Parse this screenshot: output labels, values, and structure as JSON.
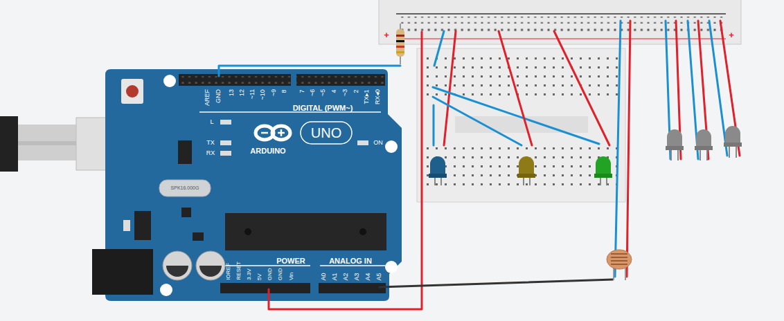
{
  "diagram": {
    "labels": [
      "AREF",
      "GND",
      "13",
      "12",
      "~11",
      "~10",
      "~9",
      "8",
      "7",
      "~6",
      "~5",
      "4",
      "~3",
      "2",
      "TX▸1",
      "RX◂0",
      "DIGITAL (PWM~)",
      "L",
      "TX",
      "RX",
      "ON",
      "ARDUINO",
      "UNO",
      "SPK16.000G",
      "IOREF",
      "RESET",
      "3.3V",
      "5V",
      "GND",
      "GND",
      "Vin",
      "POWER",
      "ANALOG IN",
      "A0",
      "A1",
      "A2",
      "A3",
      "A4",
      "A5",
      "+",
      "+"
    ]
  }
}
